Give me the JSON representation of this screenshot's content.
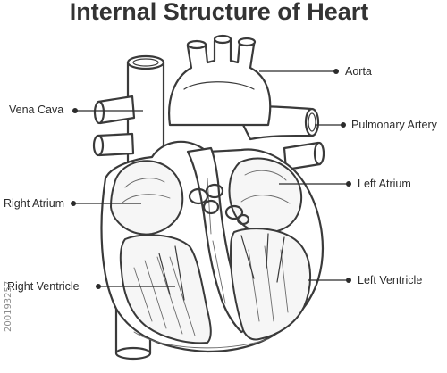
{
  "title": "Internal Structure of Heart",
  "labels": {
    "aorta": "Aorta",
    "vena_cava": "Vena Cava",
    "pulmonary_artery": "Pulmonary Artery",
    "left_atrium": "Left Atrium",
    "right_atrium": "Right Atrium",
    "right_ventricle": "Right Ventricle",
    "left_ventricle": "Left Ventricle"
  },
  "stock_id": "200193257",
  "colors": {
    "ink": "#3a3a3a",
    "text": "#2b2b2b",
    "title": "#333333"
  }
}
